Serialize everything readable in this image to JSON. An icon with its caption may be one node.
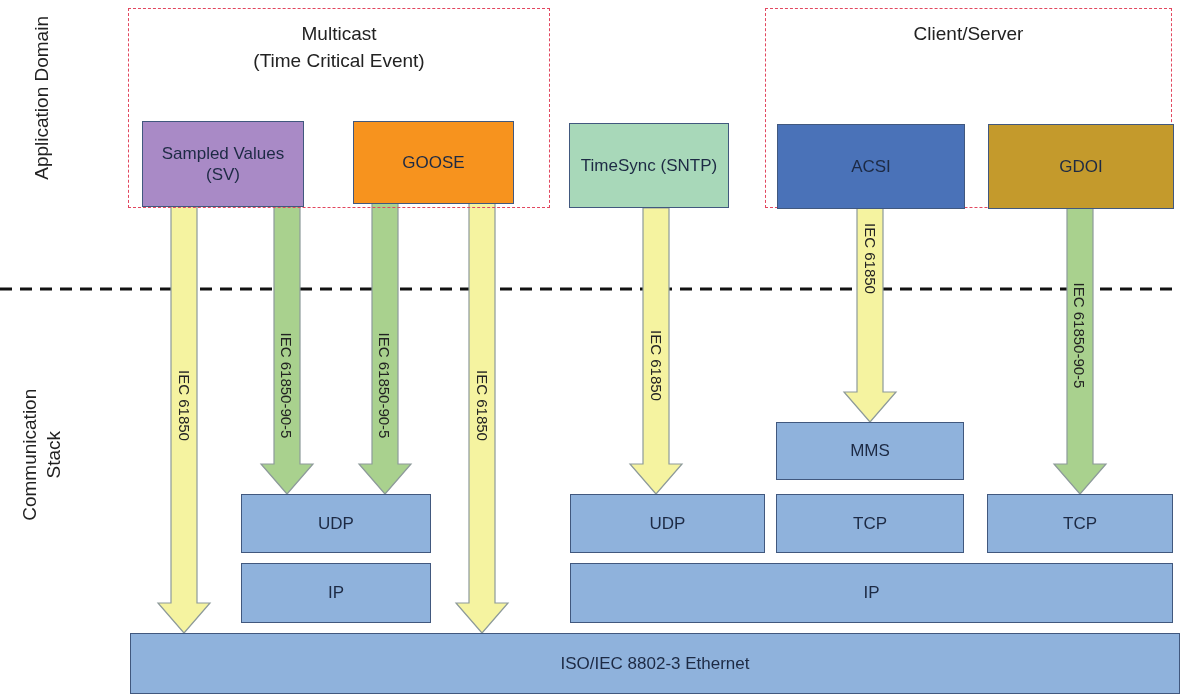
{
  "diagram": {
    "nodes": [
      {
        "text": [
          "Multicast",
          "(Time Critical Event)"
        ]
      },
      {
        "text": [
          "Sampled Values (SV)"
        ],
        "in": 0
      },
      {
        "text": [
          "GOOSE"
        ],
        "in": 0
      },
      {
        "text": [
          "TimeSync (SNTP)"
        ]
      },
      {
        "text": [
          "Client/Server"
        ]
      },
      {
        "text": [
          "ACSI"
        ],
        "in": 4
      },
      {
        "text": [
          "GDOI"
        ],
        "in": 4
      },
      {
        "text": [
          "MMS"
        ]
      },
      {
        "text": [
          "UDP"
        ]
      },
      {
        "text": [
          "UDP"
        ]
      },
      {
        "text": [
          "TCP"
        ]
      },
      {
        "text": [
          "TCP"
        ]
      },
      {
        "text": [
          "IP"
        ]
      },
      {
        "text": [
          "IP"
        ]
      },
      {
        "text": [
          "ISO/IEC 8802-3 Ethernet"
        ]
      }
    ],
    "edges": [
      {
        "from": 1,
        "to": 14,
        "arrow": "to",
        "label": "IEC 61850",
        "style": "thick"
      },
      {
        "from": 1,
        "to": 8,
        "arrow": "to",
        "label": "IEC 61850-90-5",
        "style": "thick",
        "color": "#a9d18e"
      },
      {
        "from": 2,
        "to": 8,
        "arrow": "to",
        "label": "IEC 61850-90-5",
        "style": "thick",
        "color": "#a9d18e"
      },
      {
        "from": 2,
        "to": 14,
        "arrow": "to",
        "label": "IEC 61850",
        "style": "thick"
      },
      {
        "from": 3,
        "to": 9,
        "arrow": "to",
        "label": "IEC 61850",
        "style": "thick"
      },
      {
        "from": 5,
        "to": 7,
        "arrow": "to",
        "label": "IEC 61850",
        "style": "thick"
      },
      {
        "from": 6,
        "to": 11,
        "arrow": "to",
        "label": "IEC 61850-90-5",
        "style": "thick",
        "color": "#a9d18e"
      }
    ],
    "labels": [
      "Application Domain",
      "Communication Stack"
    ]
  }
}
